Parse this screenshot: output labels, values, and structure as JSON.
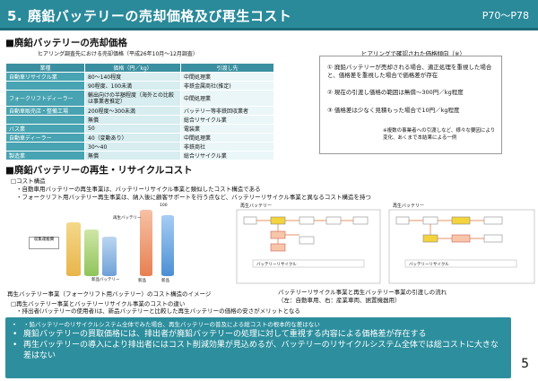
{
  "header": {
    "title": "5. 廃鉛バッテリーの売却価格及び再生コスト",
    "pages": "P70〜P78"
  },
  "price_section": {
    "heading": "■廃鉛バッテリーの売却価格",
    "survey_note": "ヒアリング調査先における売却価格（平成26年10月〜12月調査）",
    "columns": [
      "業種",
      "価格（円／kg）",
      "引渡し先"
    ],
    "rows": [
      [
        "自動車リサイクル業",
        "80〜140程度",
        "中間処理業"
      ],
      [
        "",
        "90程度、100未満",
        "非鉄金属商社(推定)"
      ],
      [
        "フォークリフトディーラー",
        "輸出向けの半額程度（海外との比較は事業者推定）",
        "中間処理業"
      ],
      [
        "自動車販売店・整備工場",
        "200程度〜300未満",
        "バッテリー等非鉄回収業者"
      ],
      [
        "",
        "無償",
        "総合リサイクル業"
      ],
      [
        "バス業",
        "50",
        "電装業"
      ],
      [
        "自動車ディーラー",
        "40（変動あり）",
        "中間処理業"
      ],
      [
        "",
        "30〜40",
        "非鉄商社"
      ],
      [
        "製造業",
        "無償",
        "総合リサイクル業"
      ]
    ]
  },
  "trend": {
    "title": "ヒアリングで確認された価格傾向（※）",
    "items": [
      "① 廃鉛バッテリーが売却される場合、適正処理を重視した場合と、価格差を重視した場合で価格差が存在",
      "② 現在の引渡し価格の範囲は無償〜300円／kg程度",
      "③ 価格差は少なく見積もった場合で10円／kg程度"
    ],
    "note": "※複数の事業者への引渡しなど、様々な要因により変化、あくまで本結果による一例"
  },
  "recycle_section": {
    "heading": "■廃鉛バッテリーの再生・リサイクルコスト",
    "sub1": "□コスト構造",
    "bullet1": "・自動車用バッテリーの再生事業は、バッテリーリサイクル事業と類似したコスト構造である",
    "bullet2": "・フォークリフト用バッテリー再生事業は、納入後に顧客サポートを行う点など、バッテリーリサイクル事業と異なるコスト構造を持つ",
    "caption_left": "再生バッテリー事業（フォークリフト用バッテリー）のコスト構造のイメージ",
    "caption_right_1": "バッテリーリサイクル事業と再生バッテリー事業の引渡しの流れ",
    "caption_right_2": "（左：自動車用、右：産業車両、据置機器用）",
    "fig_left": {
      "value_top": "100",
      "label_cost": "収集運搬費",
      "label_new": "新品バッテリー",
      "label_regen": "再生バッテリー",
      "label_a": "新品",
      "label_b": "新品"
    },
    "fig_right": {
      "title_left": "再生バッテリー",
      "title_right": "再生バッテリー",
      "footer_left": "バッテリーリサイクル",
      "footer_right": "バッテリーリサイクル"
    },
    "sub2": "□再生バッテリー事業とバッテリーリサイクル事業のコストの違い",
    "bullet3": "・排出者(バッテリーの使用者)は、新品バッテリーと比較した再生バッテリーの価格の安さがメリットとなる",
    "bullet4": "・鉛バッテリーのリサイクルシステム全体でみた場合、再生バッテリーの普及による総コストの根本的な差はない"
  },
  "summary": {
    "items": [
      "廃鉛バッテリーの買取価格には、排出者が廃鉛バッテリーの処理に対して重視する内容による価格差が存在する",
      "再生バッテリーの導入により排出者にはコスト削減効果が見込めるが、バッテリーのリサイクルシステム全体では総コストに大きな差はない"
    ]
  },
  "page_number": "5"
}
